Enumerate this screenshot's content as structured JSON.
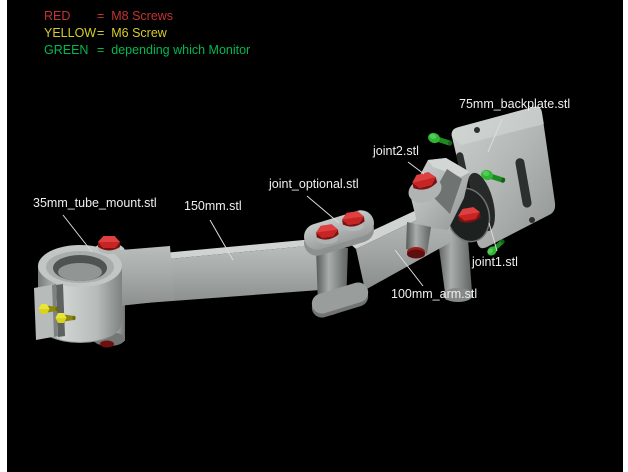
{
  "scene": {
    "background": "#000000",
    "frame_color": "#ffffff",
    "model_colors": {
      "body_plastic": "#b2b6b5",
      "m8_screw_red": "#d42c2c",
      "m6_screw_yellow": "#d8d41c",
      "monitor_screw_green": "#38c43c"
    }
  },
  "legend": {
    "items": [
      {
        "term": "RED",
        "definition": "=  M8 Screws",
        "color": "#c13434"
      },
      {
        "term": "YELLOW",
        "definition": "=  M6 Screw",
        "color": "#d6ce28"
      },
      {
        "term": "GREEN",
        "definition": "=  depending which Monitor",
        "color": "#00b851"
      }
    ]
  },
  "part_labels": [
    {
      "text": "35mm_tube_mount.stl"
    },
    {
      "text": "150mm.stl"
    },
    {
      "text": "joint_optional.stl"
    },
    {
      "text": "joint2.stl"
    },
    {
      "text": "75mm_backplate.stl"
    },
    {
      "text": "joint1.stl"
    },
    {
      "text": "100mm_arm.stl"
    }
  ]
}
